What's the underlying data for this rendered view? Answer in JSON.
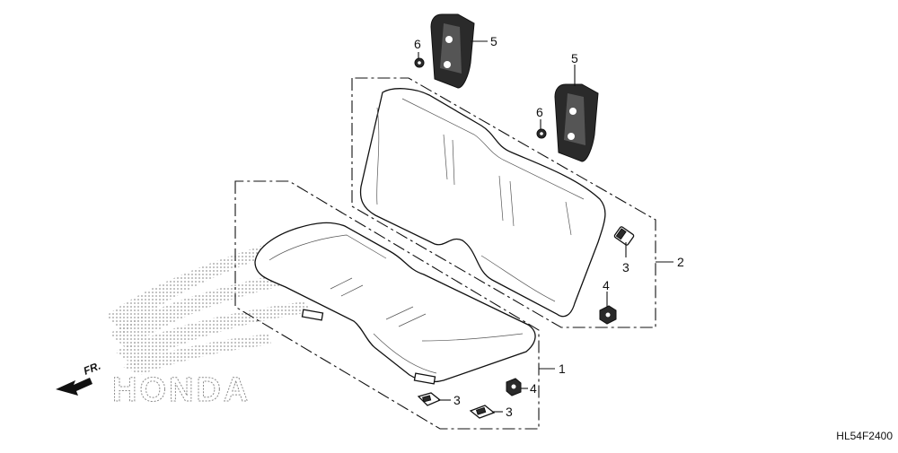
{
  "diagram": {
    "code": "HL54F2400",
    "direction_label": "FR.",
    "watermark": "HONDA",
    "callouts": {
      "seat_cushion": "1",
      "seat_back": "2",
      "clip_lower_left": "3",
      "clip_lower_right": "3",
      "clip_back": "3",
      "grommet_lower": "4",
      "grommet_back": "4",
      "headrest_left": "5",
      "headrest_right": "5",
      "nut_left": "6",
      "nut_right": "6"
    }
  }
}
